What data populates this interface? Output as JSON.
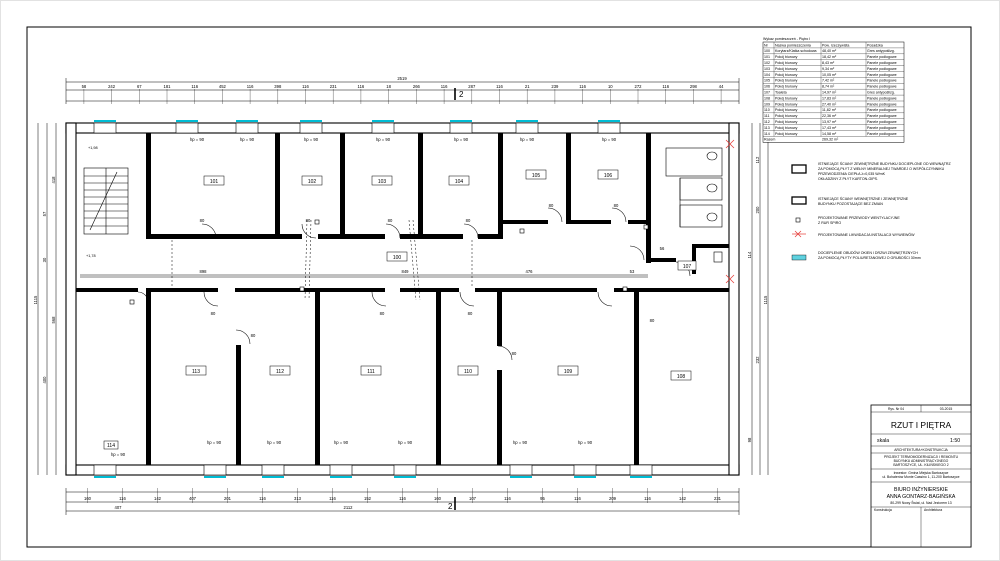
{
  "plan": {
    "overall_dimension": "2519",
    "top_dimensions": [
      "58",
      "242",
      "67",
      "181",
      "116",
      "452",
      "116",
      "398",
      "116",
      "231",
      "116",
      "18",
      "266",
      "116",
      "287",
      "116",
      "21",
      "239",
      "116",
      "10",
      "272",
      "116",
      "298",
      "44"
    ],
    "bottom_dimensions": [
      "160",
      "116",
      "142",
      "407",
      "201",
      "116",
      "313",
      "116",
      "152",
      "116",
      "160",
      "107",
      "116",
      "95",
      "116",
      "209",
      "116",
      "142",
      "231"
    ],
    "bottom_totals": [
      "407",
      "2112"
    ],
    "section_marks": [
      "2",
      "2"
    ],
    "left_dimensions": [
      "418",
      "568",
      "1115",
      "30",
      "400",
      "57"
    ],
    "right_dimensions": [
      "1115",
      "112",
      "200",
      "232",
      "114",
      "98"
    ],
    "rooms": {
      "r101": "101",
      "r102": "102",
      "r103": "103",
      "r104": "104",
      "r105": "105",
      "r106": "106",
      "r107": "107",
      "r100": "100",
      "r108": "108",
      "r109": "109",
      "r110": "110",
      "r111": "111",
      "r112": "112",
      "r113": "113",
      "r114": "114"
    },
    "level_marks": [
      "+1,98",
      "+1,78"
    ],
    "window_tags": [
      "hp = 90",
      "hp = 90",
      "hp = 90",
      "hp = 90",
      "hp = 90",
      "hp = 90",
      "hp = 90",
      "hp = 90",
      "hp = 90",
      "hp = 90"
    ],
    "door_tags": [
      "80",
      "80",
      "80",
      "80",
      "80",
      "80",
      "80",
      "80",
      "80",
      "80",
      "80",
      "80"
    ],
    "corridor_dims": [
      "898",
      "849",
      "476",
      "53",
      "56"
    ]
  },
  "room_table": {
    "title": "Wykaz pomieszczeń - Piętro I",
    "headers": [
      "Nr",
      "Nazwa pomieszczenia",
      "Pow. rzeczywista",
      "Posadzka"
    ],
    "rows": [
      [
        "100",
        "Korytarz/Klatka schodowa",
        "48,40 m²",
        "Gres antypoślizg."
      ],
      [
        "101",
        "Pokój biurowy",
        "18,42 m²",
        "Panele podłogowe"
      ],
      [
        "102",
        "Pokój biurowy",
        "8,43 m²",
        "Panele podłogowe"
      ],
      [
        "103",
        "Pokój biurowy",
        "9,34 m²",
        "Panele podłogowe"
      ],
      [
        "104",
        "Pokój biurowy",
        "10,05 m²",
        "Panele podłogowe"
      ],
      [
        "105",
        "Pokój biurowy",
        "7,42 m²",
        "Panele podłogowe"
      ],
      [
        "106",
        "Pokój biurowy",
        "8,74 m²",
        "Panele podłogowe"
      ],
      [
        "107",
        "Toaleta",
        "14,97 m²",
        "Gres antypoślizg."
      ],
      [
        "108",
        "Pokój biurowy",
        "17,83 m²",
        "Panele podłogowe"
      ],
      [
        "109",
        "Pokój biurowy",
        "27,40 m²",
        "Panele podłogowe"
      ],
      [
        "110",
        "Pokój biurowy",
        "11,82 m²",
        "Panele podłogowe"
      ],
      [
        "111",
        "Pokój biurowy",
        "22,36 m²",
        "Panele podłogowe"
      ],
      [
        "112",
        "Pokój biurowy",
        "13,97 m²",
        "Panele podłogowe"
      ],
      [
        "113",
        "Pokój biurowy",
        "17,43 m²",
        "Panele podłogowe"
      ],
      [
        "114",
        "Pokój biurowy",
        "14,58 m²",
        "Panele podłogowe"
      ]
    ],
    "total_label": "Razem",
    "total_value": "269,32 m²"
  },
  "legend": [
    {
      "text1": "ISTNIEJĄCE ŚCIANY ZEWNĘTRZNE BUDYNKU DOCIEPLONE OD WEWNĄTRZ",
      "text2": "ZA POMOCĄ PŁYT Z WEŁNY MINERALNEJ TWARDEJ O WSPÓŁCZYNNIKU",
      "text3": "PRZEWODZENIA CIEPŁA λ=0,035 W/mK",
      "text4": "OKŁADZINY Z PŁYT KARTON-GIPS."
    },
    {
      "text1": "ISTNIEJĄCE ŚCIANY WEWNĘTRZNE I ZEWNĘTRZNE",
      "text2": "BUDYNKU POZOSTAJĄCE BEZ ZMIAN",
      "text3": "",
      "text4": ""
    },
    {
      "text1": "PROJEKTOWANE PRZEWODY WENTYLACYJNE",
      "text2": "Z RUR SPIRO",
      "text3": "",
      "text4": ""
    },
    {
      "text1": "PROJEKTOWANE LIKWIDACJA INSTALACJI WYWIEWÓW",
      "text2": "",
      "text3": "",
      "text4": ""
    },
    {
      "text1": "DOCIEPLENIE OBUDÓW OKIEN I DRZWI ZEWNĘTRZNYCH",
      "text2": "ZA POMOCĄ PŁYTY POLIURETANOWEJ O GRUBOŚCI 30mm",
      "text3": "",
      "text4": ""
    }
  ],
  "title_block": {
    "drawing_no": "Rys. Nr 04",
    "date": "03-2015",
    "title": "RZUT I PIĘTRA",
    "scale_label": "skala",
    "scale_value": "1:50",
    "branch": "ARCHITEKTURA+KONSTRUKCJA",
    "project_line1": "PROJEKT TERMOMODERNIZACJI I REMONTU",
    "project_line2": "BUDYNKU ADMINISTRACYJNEGO",
    "project_line3": "BARTOSZYCE, UL. KILIŃSKIEGO 2",
    "investor_line1": "Inwestor: Gmina Miejska Bartoszyce",
    "investor_line2": "ul. Bohaterów Monte Cassino 1, 11-200 Bartoszyce",
    "office_line1": "BIURO INŻYNIERSKIE",
    "office_line2": "ANNA GONTARZ-BAGIŃSKA",
    "office_line3": "80-299 Nowy Świat, ul. Nad Jeziorem 13",
    "footer_left": "Konstrukcja",
    "footer_right": "Architektura"
  }
}
